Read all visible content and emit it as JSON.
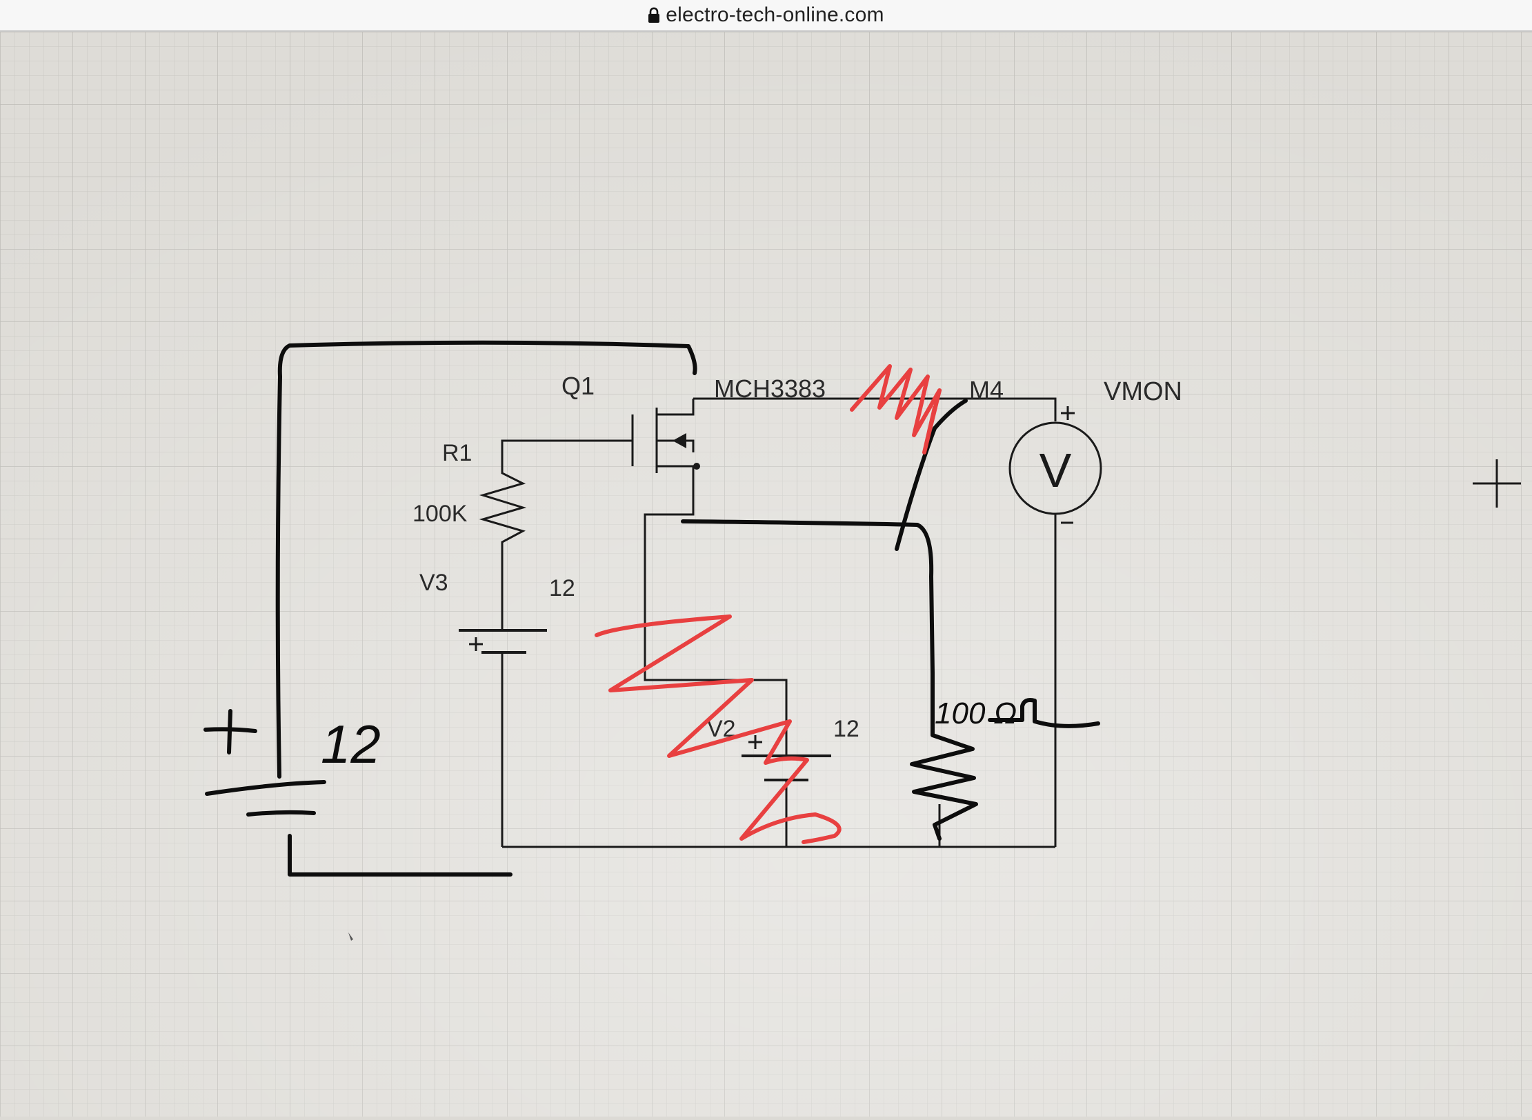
{
  "browser": {
    "url": "electro-tech-online.com",
    "lock_icon": "lock-icon"
  },
  "schematic": {
    "labels": {
      "q1": "Q1",
      "q1_part": "MCH3383",
      "r1": "R1",
      "r1_value": "100K",
      "v3": "V3",
      "v3_value": "12",
      "v2": "V2",
      "v2_value": "12",
      "m4": "M4",
      "vmon": "VMON",
      "meter_symbol": "V"
    },
    "handwritten": {
      "battery_value": "12",
      "resistor_value": "100 Ω"
    },
    "colors": {
      "grid": "#c4c4c4",
      "wire": "#0d0d0d",
      "scribble": "#e84040"
    }
  }
}
